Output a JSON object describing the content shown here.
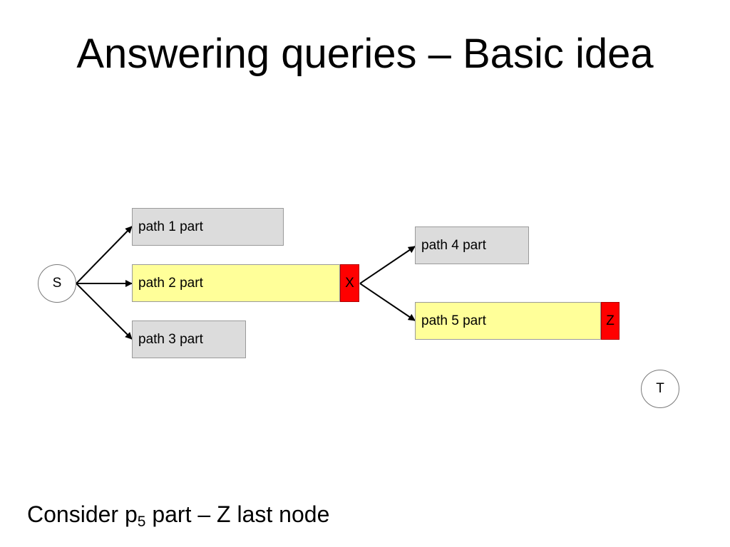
{
  "slide": {
    "title": "Answering queries – Basic idea",
    "caption": {
      "prefix": "Consider p",
      "subscript": "5",
      "suffix": " part – Z last node"
    }
  },
  "diagram": {
    "nodes": {
      "source": "S",
      "target": "T"
    },
    "paths": [
      {
        "label": "path 1 part",
        "color": "#dcdcdc"
      },
      {
        "label": "path 2 part",
        "color": "#ffff99"
      },
      {
        "label": "path 3 part",
        "color": "#dcdcdc"
      },
      {
        "label": "path 4 part",
        "color": "#dcdcdc"
      },
      {
        "label": "path 5 part",
        "color": "#ffff99"
      }
    ],
    "markers": [
      {
        "label": "X",
        "color": "#ff0000"
      },
      {
        "label": "Z",
        "color": "#ff0000"
      }
    ],
    "edges": [
      {
        "from": "S",
        "to": "path 1 part"
      },
      {
        "from": "S",
        "to": "path 2 part"
      },
      {
        "from": "S",
        "to": "path 3 part"
      },
      {
        "from": "X",
        "to": "path 4 part"
      },
      {
        "from": "X",
        "to": "path 5 part"
      }
    ]
  }
}
